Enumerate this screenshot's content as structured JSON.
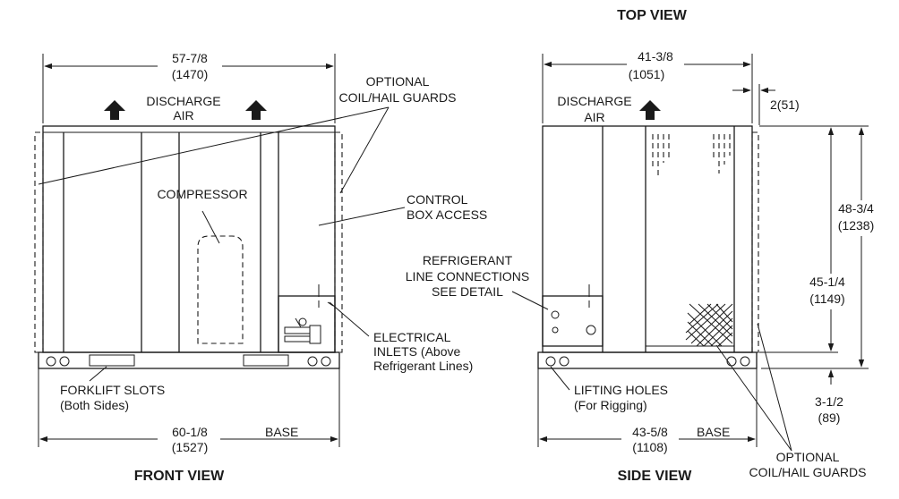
{
  "titles": {
    "top_view": "TOP VIEW",
    "front_view": "FRONT VIEW",
    "side_view": "SIDE VIEW"
  },
  "front": {
    "width_dim": "57-7/8",
    "width_dim_mm": "(1470)",
    "discharge_line1": "DISCHARGE",
    "discharge_line2": "AIR",
    "optional_line1": "OPTIONAL",
    "optional_line2": "COIL/HAIL GUARDS",
    "compressor": "COMPRESSOR",
    "control_line1": "CONTROL",
    "control_line2": "BOX ACCESS",
    "electrical_line1": "ELECTRICAL",
    "electrical_line2": "INLETS (Above",
    "electrical_line3": "Refrigerant Lines)",
    "forklift_line1": "FORKLIFT SLOTS",
    "forklift_line2": "(Both Sides)",
    "base_dim": "60-1/8",
    "base_dim_mm": "(1527)",
    "base_label": "BASE"
  },
  "side": {
    "width_dim": "41-3/8",
    "width_dim_mm": "(1051)",
    "discharge_line1": "DISCHARGE",
    "discharge_line2": "AIR",
    "offset_dim": "2(51)",
    "refrig_line1": "REFRIGERANT",
    "refrig_line2": "LINE CONNECTIONS",
    "refrig_line3": "SEE DETAIL",
    "lifting_line1": "LIFTING HOLES",
    "lifting_line2": "(For Rigging)",
    "base_dim": "43-5/8",
    "base_dim_mm": "(1108)",
    "base_label": "BASE",
    "height_total": "48-3/4",
    "height_total_mm": "(1238)",
    "height_cabinet": "45-1/4",
    "height_cabinet_mm": "(1149)",
    "base_height": "3-1/2",
    "base_height_mm": "(89)",
    "optional_line1": "OPTIONAL",
    "optional_line2": "COIL/HAIL GUARDS"
  }
}
